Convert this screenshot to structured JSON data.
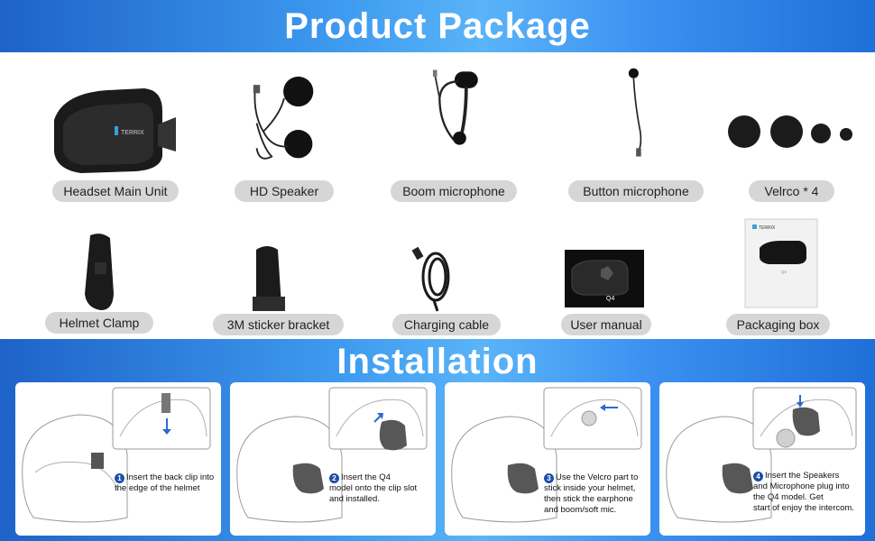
{
  "sections": {
    "product_title": "Product Package",
    "install_title": "Installation"
  },
  "products": [
    {
      "label": "Headset Main Unit"
    },
    {
      "label": "HD Speaker"
    },
    {
      "label": "Boom microphone"
    },
    {
      "label": "Button microphone"
    },
    {
      "label": "Velrco * 4"
    },
    {
      "label": "Helmet Clamp"
    },
    {
      "label": "3M sticker bracket"
    },
    {
      "label": "Charging cable"
    },
    {
      "label": "User manual"
    },
    {
      "label": "Packaging box"
    }
  ],
  "brand": {
    "logo_text": "TERRIX",
    "model": "Q4"
  },
  "steps": [
    {
      "num": "1",
      "text": "Insert the back clip into\nthe edge of the helmet"
    },
    {
      "num": "2",
      "text": "Insert the Q4\nmodel onto the clip slot\nand installed."
    },
    {
      "num": "3",
      "text": "Use the Velcro part to\nstick inside your helmet,\nthen stick the earphone\nand boom/soft mic."
    },
    {
      "num": "4",
      "text": "Insert the Speakers\nand Microphone plug into\nthe Q4 model. Get\nstart of enjoy the intercom."
    }
  ],
  "colors": {
    "accent": "#1e4fa8",
    "label_bg": "#d6d6d6",
    "banner": "#3f9cf0"
  }
}
